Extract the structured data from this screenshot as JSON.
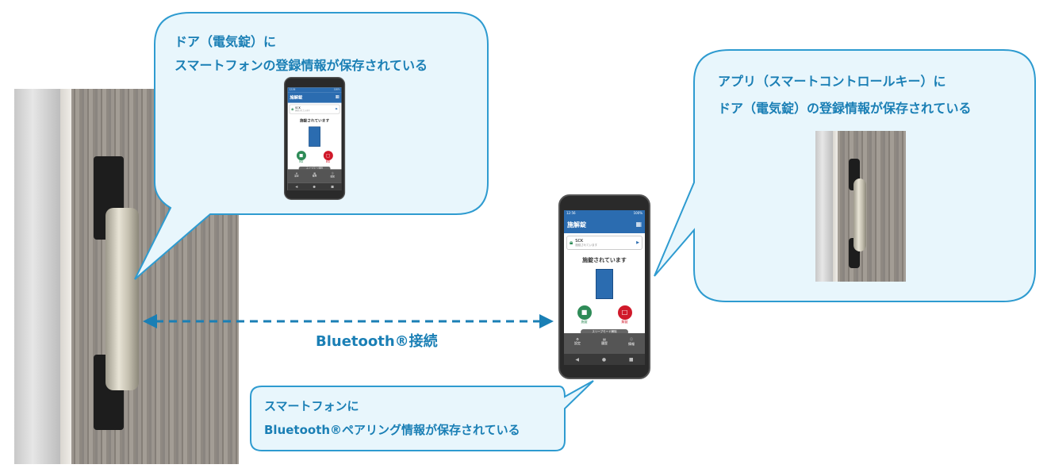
{
  "bubbles": {
    "door_storage": {
      "line1": "ドア（電気錠）に",
      "line2": "スマートフォンの登録情報が保存されている"
    },
    "app_storage": {
      "line1": "アプリ（スマートコントロールキー）に",
      "line2": "ドア（電気錠）の登録情報が保存されている"
    },
    "phone_storage": {
      "line1": "スマートフォンに",
      "line2": "Bluetooth®ペアリング情報が保存されている"
    }
  },
  "connection_label": "Bluetooth®接続",
  "phone": {
    "time": "12:56",
    "battery": "100%",
    "title": "施解錠",
    "device_name": "SCK",
    "device_status": "施錠されています",
    "status": "施錠されています",
    "lock_label": "施錠",
    "unlock_label": "解錠",
    "sleep_button": "スリープモード解除",
    "nav": [
      "設定",
      "履歴",
      "情報"
    ]
  },
  "colors": {
    "accent": "#1a7fb5",
    "bubble_fill": "#e8f6fc",
    "bubble_border": "#2e9bd0",
    "lock": "#2e8b57",
    "unlock": "#d0192a",
    "app_bar": "#2b6cb0"
  }
}
